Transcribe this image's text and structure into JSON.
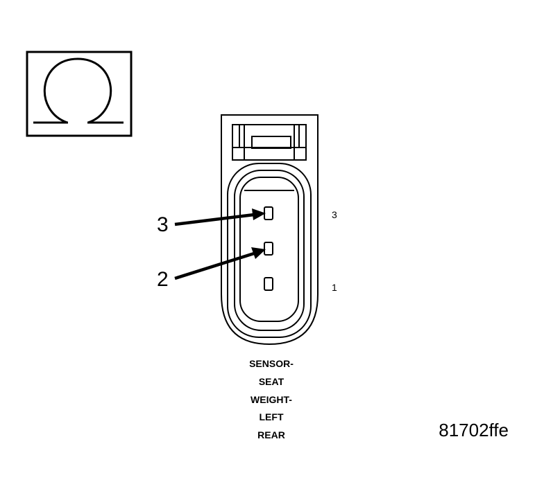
{
  "symbol": {
    "icon": "ohm-icon"
  },
  "pin_labels": {
    "top": "3",
    "bottom": "1"
  },
  "callouts": [
    {
      "number": "3",
      "target": "terminal-3"
    },
    {
      "number": "2",
      "target": "terminal-2"
    }
  ],
  "caption": {
    "lines": [
      "SENSOR-",
      "SEAT",
      "WEIGHT-",
      "LEFT",
      "REAR"
    ]
  },
  "figure_id": "81702ffe",
  "colors": {
    "line": "#000000",
    "background": "#ffffff"
  }
}
